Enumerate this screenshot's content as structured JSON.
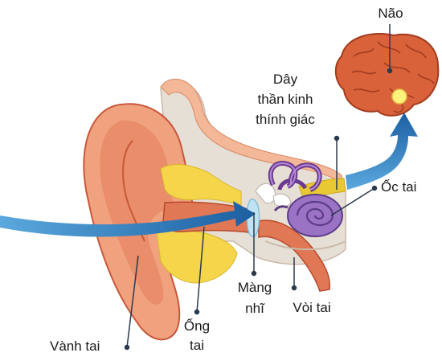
{
  "labels": {
    "brain": "Não",
    "auditory_nerve": "Dây\nthần kinh\nthính giác",
    "cochlea": "Ốc tai",
    "eardrum": "Màng\nnhĩ",
    "eustachian_tube": "Vòi tai",
    "ear_canal": "Ống\ntai",
    "auricle": "Vành tai"
  },
  "colors": {
    "skin": "#f0a27e",
    "skin_dark": "#c9573a",
    "bone": "#e4d9cf",
    "wax": "#f5d64a",
    "brain": "#d9623a",
    "brain_dark": "#a23c1e",
    "arrow": "#2b78b6",
    "cochlea": "#9a73c4",
    "canals": "#6b3a8e",
    "nerve": "#e8c934",
    "pointer": "#2a3a4e"
  }
}
